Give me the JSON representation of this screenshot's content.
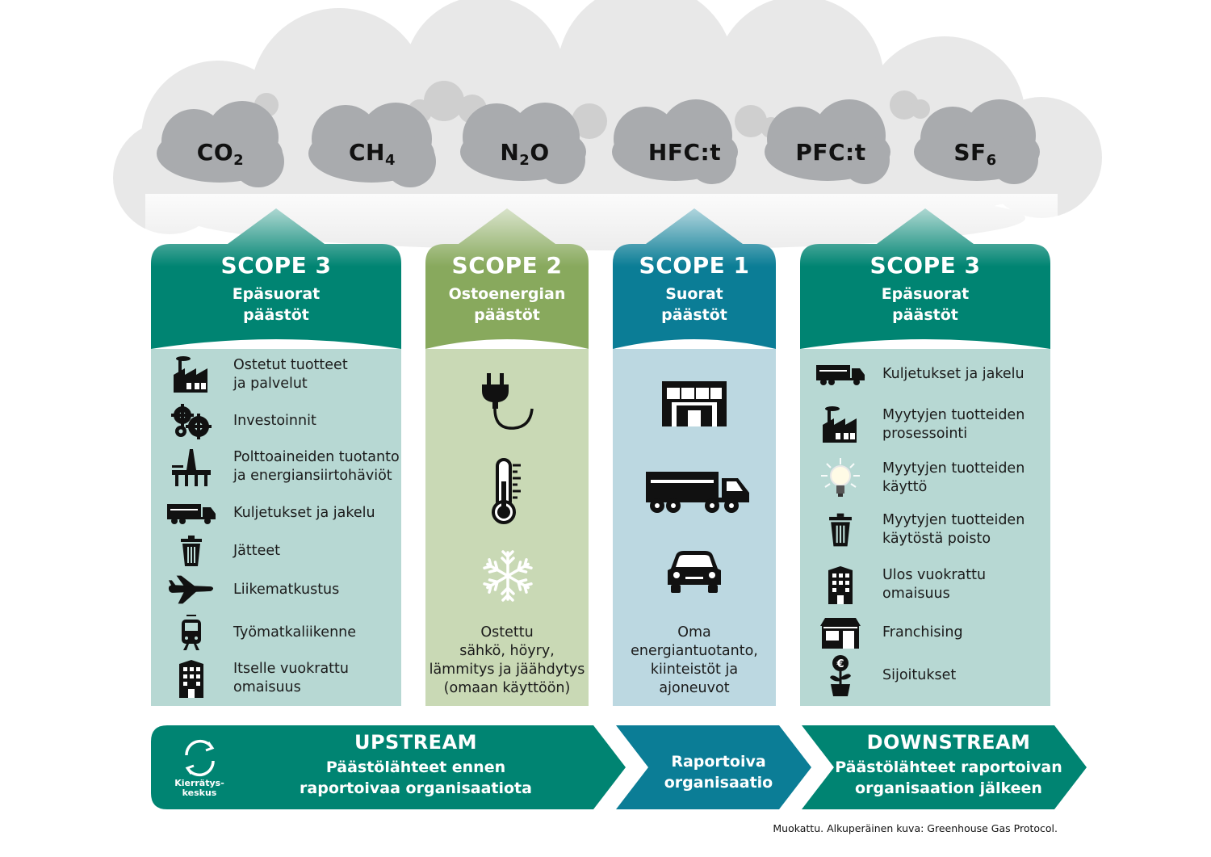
{
  "gases": [
    "CO₂",
    "CH₄",
    "N₂O",
    "HFC:t",
    "PFC:t",
    "SF₆"
  ],
  "gas_parts": [
    {
      "base": "CO",
      "sub": "2"
    },
    {
      "base": "CH",
      "sub": "4"
    },
    {
      "base": "N",
      "sub": "2",
      "tail": "O"
    },
    {
      "base": "HFC:t",
      "sub": ""
    },
    {
      "base": "PFC:t",
      "sub": ""
    },
    {
      "base": "SF",
      "sub": "6"
    }
  ],
  "columns": [
    {
      "scope": "SCOPE 3",
      "line1": "Epäsuorat",
      "line2": "päästöt",
      "color": "#008472",
      "body": "#b7d8d3"
    },
    {
      "scope": "SCOPE 2",
      "line1": "Ostoenergian",
      "line2": "päästöt",
      "color": "#88a95d",
      "body": "#c9d9b5"
    },
    {
      "scope": "SCOPE 1",
      "line1": "Suorat",
      "line2": "päästöt",
      "color": "#0b7d96",
      "body": "#bcd8e1"
    },
    {
      "scope": "SCOPE 3",
      "line1": "Epäsuorat",
      "line2": "päästöt",
      "color": "#008472",
      "body": "#b7d8d3"
    }
  ],
  "upstream_items": [
    {
      "icon": "factory-icon",
      "l1": "Ostetut tuotteet",
      "l2": "ja palvelut"
    },
    {
      "icon": "gears-icon",
      "l1": "Investoinnit",
      "l2": ""
    },
    {
      "icon": "oil-rig-icon",
      "l1": "Polttoaineiden tuotanto",
      "l2": "ja energiansiirtohäviöt"
    },
    {
      "icon": "truck-icon",
      "l1": "Kuljetukset ja jakelu",
      "l2": ""
    },
    {
      "icon": "trash-can-icon",
      "l1": "Jätteet",
      "l2": ""
    },
    {
      "icon": "airplane-icon",
      "l1": "Liikematkustus",
      "l2": ""
    },
    {
      "icon": "train-icon",
      "l1": "Työmatkaliikenne",
      "l2": ""
    },
    {
      "icon": "building-icon",
      "l1": "Itselle vuokrattu",
      "l2": "omaisuus"
    }
  ],
  "scope2_icons": [
    "plug-icon",
    "thermometer-icon",
    "snowflake-icon"
  ],
  "scope2_text": [
    "Ostettu",
    "sähkö, höyry,",
    "lämmitys ja jäähdytys",
    "(omaan käyttöön)"
  ],
  "scope1_icons": [
    "warehouse-icon",
    "truck-icon",
    "car-icon"
  ],
  "scope1_text": [
    "Oma",
    "energiantuotanto,",
    "kiinteistöt ja",
    "ajoneuvot"
  ],
  "downstream_items": [
    {
      "icon": "truck-icon",
      "l1": "Kuljetukset ja jakelu",
      "l2": ""
    },
    {
      "icon": "factory-icon",
      "l1": "Myytyjen tuotteiden",
      "l2": "prosessointi"
    },
    {
      "icon": "light-bulb-icon",
      "l1": "Myytyjen tuotteiden",
      "l2": "käyttö"
    },
    {
      "icon": "trash-can-icon",
      "l1": "Myytyjen tuotteiden",
      "l2": "käytöstä poisto"
    },
    {
      "icon": "building-icon",
      "l1": "Ulos vuokrattu",
      "l2": "omaisuus"
    },
    {
      "icon": "shop-icon",
      "l1": "Franchising",
      "l2": ""
    },
    {
      "icon": "euro-plant-icon",
      "l1": "Sijoitukset",
      "l2": ""
    }
  ],
  "arrows": {
    "upstream": {
      "title": "UPSTREAM",
      "l1": "Päästölähteet ennen",
      "l2": "raportoivaa organisaatiota",
      "color": "#008472"
    },
    "reporting": {
      "l1": "Raportoiva",
      "l2": "organisaatio",
      "color": "#0b7d96"
    },
    "downstream": {
      "title": "DOWNSTREAM",
      "l1": "Päästölähteet raportoivan",
      "l2": "organisaation jälkeen",
      "color": "#008472"
    }
  },
  "logo": {
    "l1": "Kierrätys-",
    "l2": "keskus"
  },
  "footnote": "Muokattu. Alkuperäinen kuva: Greenhouse Gas Protocol."
}
